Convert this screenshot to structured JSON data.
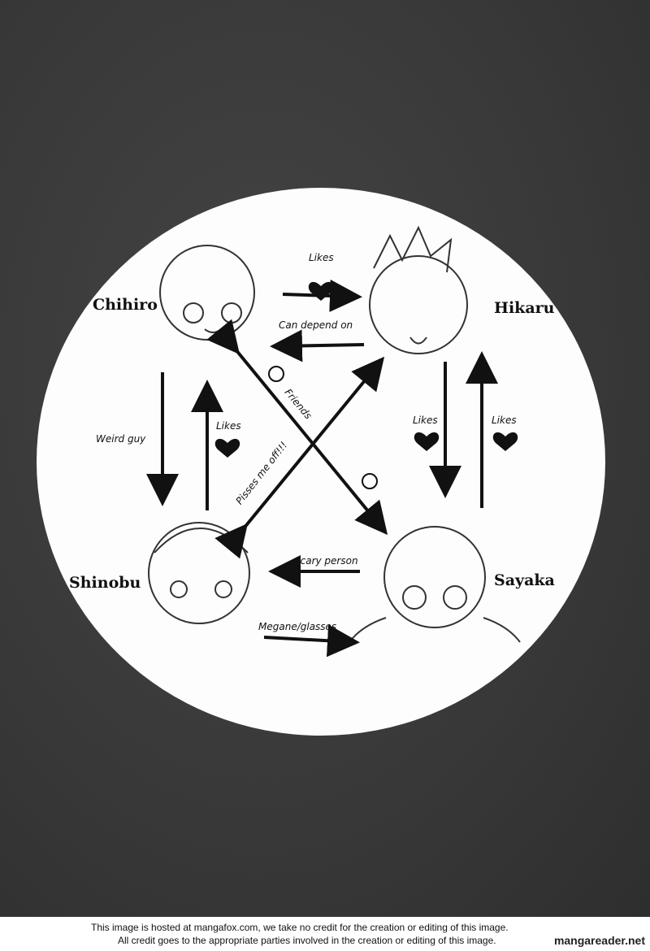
{
  "characters": {
    "chihiro": "Chihiro",
    "hikaru": "Hikaru",
    "shinobu": "Shinobu",
    "sayaka": "Sayaka"
  },
  "relations": {
    "chihiro_to_hikaru": "Likes",
    "hikaru_to_chihiro": "Can depend on",
    "chihiro_to_shinobu": "Weird guy",
    "shinobu_to_chihiro": "Likes",
    "hikaru_to_sayaka": "Likes",
    "sayaka_to_hikaru": "Likes",
    "sayaka_to_shinobu": "Scary person",
    "shinobu_to_sayaka": "Megane/glasses",
    "chihiro_sayaka": "Friends",
    "shinobu_hikaru": "Pisses me off!!!"
  },
  "footer": {
    "line1": "This image is hosted at mangafox.com, we take no credit for the creation or editing of this image.",
    "line2": "All credit goes to the appropriate parties involved in the creation or editing of this image.",
    "brand": "mangareader.net"
  }
}
